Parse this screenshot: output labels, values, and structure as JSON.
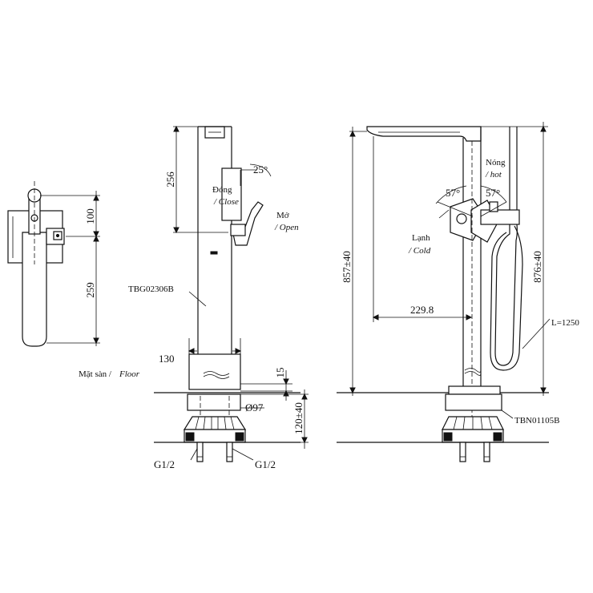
{
  "labels": {
    "dim_100": "100",
    "dim_259": "259",
    "dim_256": "256",
    "dim_130": "130",
    "dim_15": "15",
    "dim_o97": "Ø97",
    "dim_120": "120±40",
    "dim_857": "857±40",
    "dim_876": "876±40",
    "dim_229": "229.8",
    "angle_25": "25°",
    "angle_57_left": "57°",
    "angle_57_right": "57°",
    "model_body": "TBG02306B",
    "model_base": "TBN01105B",
    "hose_length": "L=1250",
    "close_vi": "Đóng",
    "close_en": "/ Close",
    "open_vi": "Mở",
    "open_en": "/ Open",
    "hot_vi": "Nóng",
    "hot_en": "/ hot",
    "cold_vi": "Lạnh",
    "cold_en": "/ Cold",
    "floor_vi": "Mặt sàn /",
    "floor_en": "Floor",
    "g12_left": "G1/2",
    "g12_right": "G1/2"
  }
}
